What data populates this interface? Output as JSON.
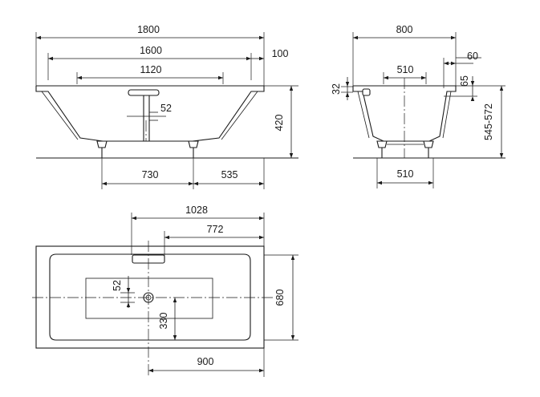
{
  "side_view": {
    "dims": {
      "overall_length": "1800",
      "rim_length": "1600",
      "inner_length": "1120",
      "rim_overhang": "100",
      "drain_offset": "52",
      "height": "420",
      "foot_spacing": "730",
      "foot_to_end": "535"
    }
  },
  "end_view": {
    "dims": {
      "overall_width": "800",
      "rim": "60",
      "bottom_top": "510",
      "rim_depth": "65",
      "rim_thickness": "32",
      "overall_height": "545-572",
      "foot_spacing": "510"
    }
  },
  "top_view": {
    "dims": {
      "drain_to_end": "1028",
      "overflow_to_end": "772",
      "drain_offset": "52",
      "drain_from_side": "330",
      "width": "680",
      "center_to_end": "900"
    }
  }
}
